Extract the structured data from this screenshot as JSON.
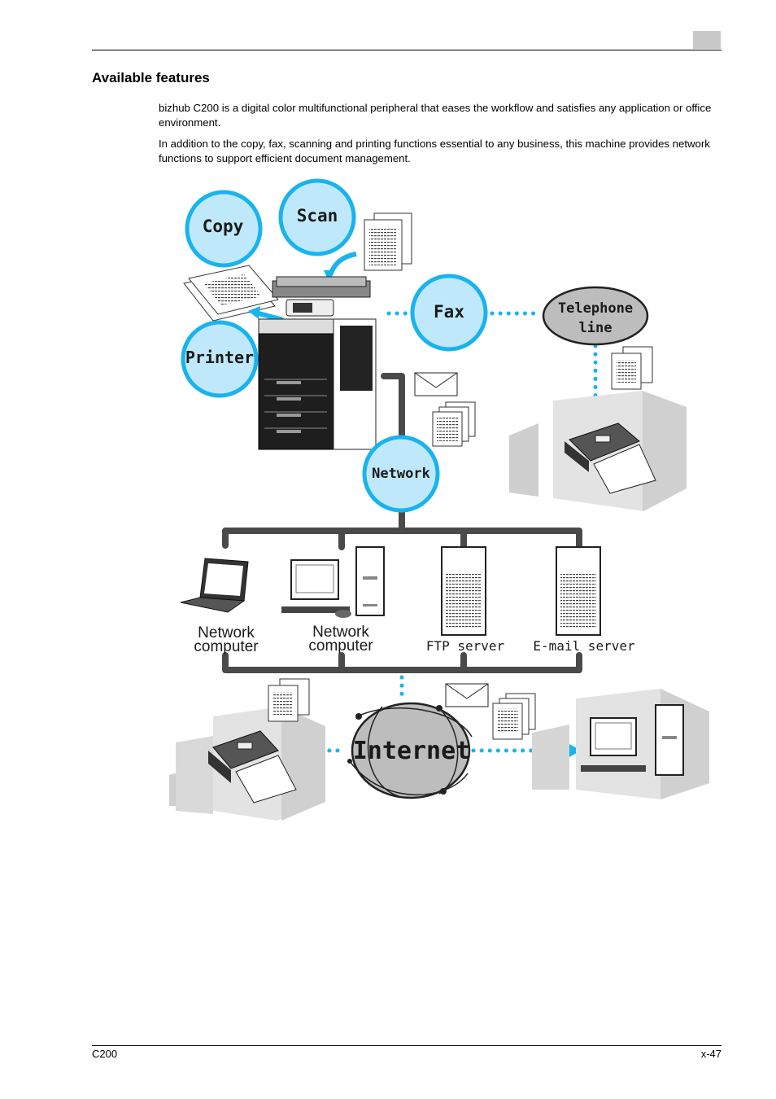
{
  "page": {
    "heading": "Available features",
    "paragraphs": [
      "bizhub C200 is a digital color multifunctional peripheral that eases the workflow and satisfies any application or office environment.",
      "In addition to the copy, fax, scanning and printing functions essential to any business, this machine provides network functions to support efficient document management."
    ],
    "footer_left": "C200",
    "footer_right": "x-47"
  },
  "diagram": {
    "labels": {
      "copy": "Copy",
      "scan": "Scan",
      "printer": "Printer",
      "fax": "Fax",
      "telephone_line_1": "Telephone",
      "telephone_line_2": "line",
      "network": "Network",
      "network_computer_1a": "Network",
      "network_computer_1b": "computer",
      "network_computer_2a": "Network",
      "network_computer_2b": "computer",
      "ftp_server": "FTP server",
      "email_server": "E-mail server",
      "internet": "Internet"
    },
    "colors": {
      "bubble_fill": "#bfe9fb",
      "bubble_stroke": "#19b3ee",
      "ellipse_fill": "#bdbdbd",
      "line_gray": "#4a4a4a",
      "building_gray": "#d6d6d6"
    }
  }
}
